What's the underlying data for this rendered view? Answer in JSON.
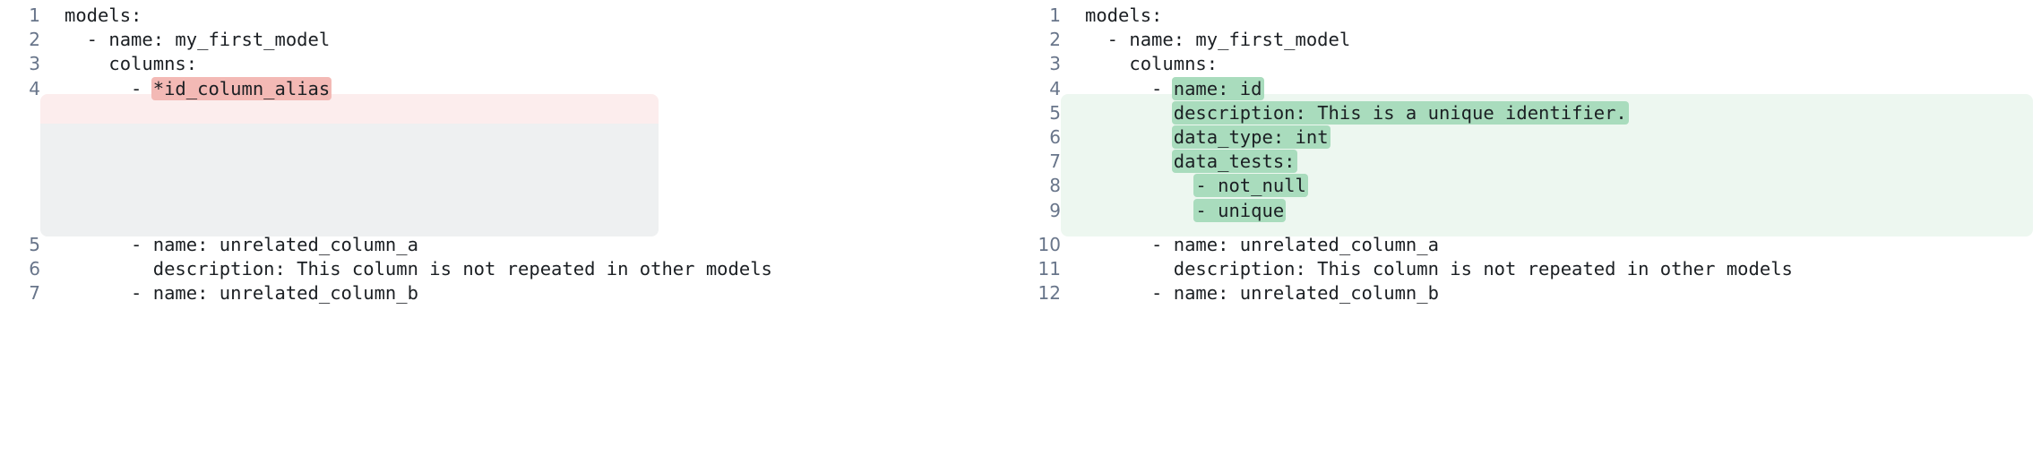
{
  "view": {
    "type": "side-by-side-code-diff",
    "language": "yaml",
    "colors": {
      "deleted_line_bg": "#fceded",
      "deleted_word_bg": "#f3b9b5",
      "added_line_bg": "#edf7f0",
      "added_word_bg": "#a9dcbd",
      "filler_bg": "#eef0f1",
      "page_bg": "#ffffff",
      "gutter_text": "#68758a",
      "code_text": "#1b1f23"
    }
  },
  "left": {
    "name": "before-pane",
    "lines": [
      {
        "num": "1",
        "text": "models:",
        "type": "context"
      },
      {
        "num": "2",
        "text": "  - name: my_first_model",
        "type": "context"
      },
      {
        "num": "3",
        "text": "    columns:",
        "type": "context"
      },
      {
        "num": "4",
        "pre": "      - ",
        "hl": "*id_column_alias",
        "post": "",
        "type": "deleted"
      },
      {
        "num": "",
        "text": "",
        "type": "filler"
      },
      {
        "num": "",
        "text": "",
        "type": "filler"
      },
      {
        "num": "",
        "text": "",
        "type": "filler"
      },
      {
        "num": "",
        "text": "",
        "type": "filler"
      },
      {
        "num": "",
        "text": "",
        "type": "filler"
      },
      {
        "num": "5",
        "text": "      - name: unrelated_column_a",
        "type": "context"
      },
      {
        "num": "6",
        "text": "        description: This column is not repeated in other models",
        "type": "context"
      },
      {
        "num": "7",
        "text": "      - name: unrelated_column_b",
        "type": "context"
      }
    ]
  },
  "right": {
    "name": "after-pane",
    "lines": [
      {
        "num": "1",
        "text": "models:",
        "type": "context"
      },
      {
        "num": "2",
        "text": "  - name: my_first_model",
        "type": "context"
      },
      {
        "num": "3",
        "text": "    columns:",
        "type": "context"
      },
      {
        "num": "4",
        "pre": "      - ",
        "hl": "name: id",
        "post": "",
        "type": "added"
      },
      {
        "num": "5",
        "pre": "        ",
        "hl": "description: This is a unique identifier.",
        "post": "",
        "type": "added"
      },
      {
        "num": "6",
        "pre": "        ",
        "hl": "data_type: int",
        "post": "",
        "type": "added"
      },
      {
        "num": "7",
        "pre": "        ",
        "hl": "data_tests:",
        "post": "",
        "type": "added"
      },
      {
        "num": "8",
        "pre": "          ",
        "hl": "- not_null",
        "post": "",
        "type": "added"
      },
      {
        "num": "9",
        "pre": "          ",
        "hl": "- unique",
        "post": "",
        "type": "added"
      },
      {
        "num": "10",
        "text": "      - name: unrelated_column_a",
        "type": "context"
      },
      {
        "num": "11",
        "text": "        description: This column is not repeated in other models",
        "type": "context"
      },
      {
        "num": "12",
        "text": "      - name: unrelated_column_b",
        "type": "context"
      }
    ]
  }
}
